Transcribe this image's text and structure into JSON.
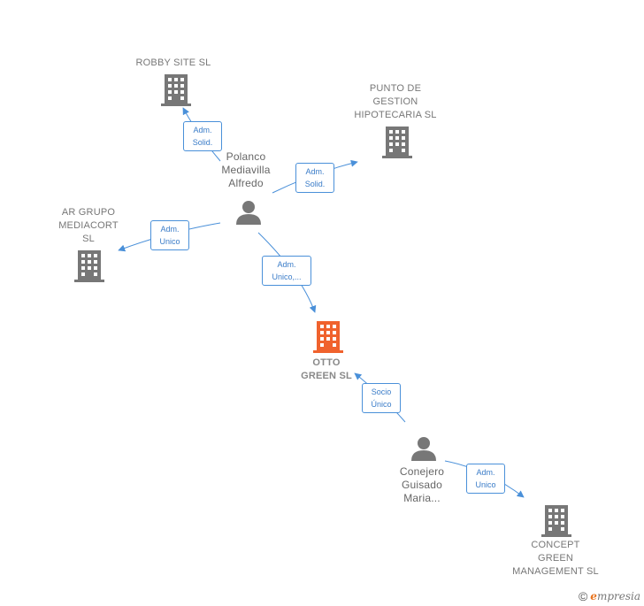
{
  "nodes": {
    "robby": {
      "label": "ROBBY SITE SL"
    },
    "punto": {
      "label": "PUNTO DE\nGESTION\nHIPOTECARIA SL"
    },
    "ar": {
      "label": "AR GRUPO\nMEDIACORT\nSL"
    },
    "otto": {
      "label": "OTTO\nGREEN  SL"
    },
    "concept": {
      "label": "CONCEPT\nGREEN\nMANAGEMENT SL"
    },
    "polanco": {
      "label": "Polanco\nMediavilla\nAlfredo"
    },
    "conejero": {
      "label": "Conejero\nGuisado\nMaria..."
    }
  },
  "edges": {
    "polanco_robby": "Adm.\nSolid.",
    "polanco_punto": "Adm.\nSolid.",
    "polanco_ar": "Adm.\nUnico",
    "polanco_otto": "Adm.\nUnico,...",
    "conejero_otto": "Socio\nÚnico",
    "conejero_concept": "Adm.\nUnico"
  },
  "colors": {
    "edge": "#4a90d9",
    "building": "#777777",
    "building_main": "#f0622d",
    "person": "#777777"
  },
  "footer": {
    "copyright": "©",
    "brand_initial": "e",
    "brand_rest": "mpresia"
  }
}
